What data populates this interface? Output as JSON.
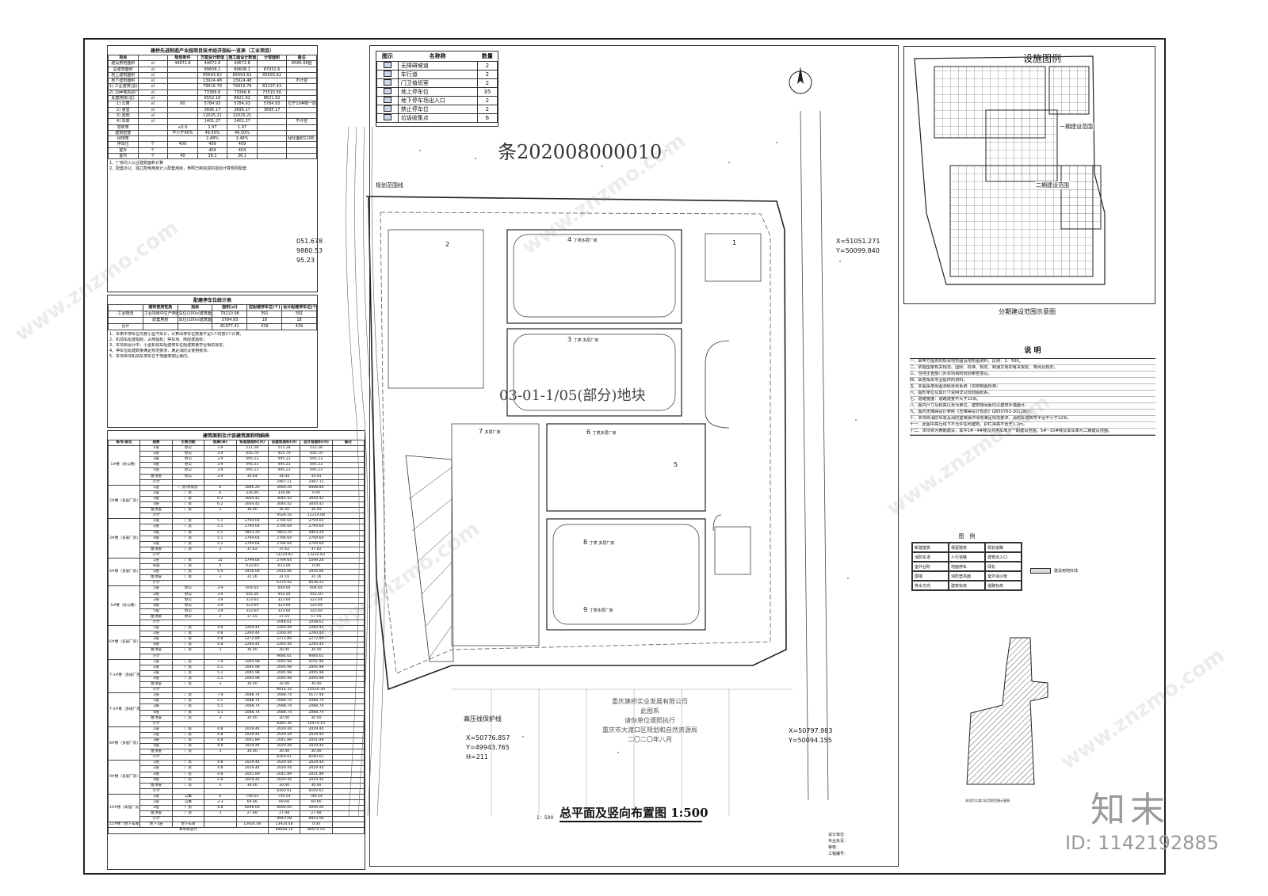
{
  "sheet": {
    "title": "总平面及竖向布置图 1:500",
    "scale_small": "1：500",
    "parcel_id": "条202008000010",
    "parcel_code": "03-01-1/05(部分)地块",
    "boundary_label": "规划范围线",
    "hv_label": "高压线保护线",
    "north_symbol": "N"
  },
  "coords": {
    "c1": "X=51051.271",
    "c2": "Y=50099.840",
    "c3": "X=50776.857",
    "c4": "Y=49943.765",
    "c5": "H=211",
    "c6": "X=50797.983",
    "c7": "Y=50094.155",
    "c8": "051.678",
    "c9": "9880.53",
    "c10": "95.23"
  },
  "stamp": {
    "line1": "重庆建桥实业发展有限公司",
    "line2": "此图系",
    "line3": "请你单位遵照执行",
    "line4": "重庆市大渡口区规划和自然资源局",
    "line5": "二〇二〇年八月"
  },
  "buildings": [
    {
      "num": "4",
      "label": "丁类多层厂房"
    },
    {
      "num": "3",
      "label": "丁类 多层厂房"
    },
    {
      "num": "2",
      "label": ""
    },
    {
      "num": "1",
      "label": ""
    },
    {
      "num": "6",
      "label": "丁类多层厂房"
    },
    {
      "num": "5",
      "label": ""
    },
    {
      "num": "7",
      "label": "多层厂房"
    },
    {
      "num": "8",
      "label": "丁类 多层厂房"
    },
    {
      "num": "9",
      "label": "丁类多层厂房"
    }
  ],
  "symbol_legend": {
    "headers": [
      "图示",
      "名称称",
      "数量"
    ],
    "rows": [
      {
        "name": "无障碍坡道",
        "qty": "2"
      },
      {
        "name": "车行道",
        "qty": "2"
      },
      {
        "name": "门卫值班室",
        "qty": "2"
      },
      {
        "name": "地上停车位",
        "qty": "35"
      },
      {
        "name": "地下停车场出入口",
        "qty": "2"
      },
      {
        "name": "禁止停车位",
        "qty": "2"
      },
      {
        "name": "垃圾收集点",
        "qty": "6"
      }
    ]
  },
  "tech_table": {
    "title": "建桥先进制造产业园项目技术经济指标一览表（工业项目）",
    "headers": [
      "项目",
      "",
      "规划条件",
      "方案设计数值",
      "施工图设计数值",
      "计容面积",
      "备注"
    ],
    "rows": [
      [
        "建设用地面积",
        "㎡",
        "44672.8",
        "44672.8",
        "44672.8",
        "",
        "8566.98亩"
      ],
      [
        "总建筑面积",
        "㎡",
        "",
        "89608.1",
        "89608.1",
        "87932.6",
        ""
      ],
      [
        "地上建筑面积",
        "㎡",
        "",
        "85693.62",
        "85693.62",
        "85693.62",
        ""
      ],
      [
        "地下建筑面积",
        "㎡",
        "",
        "13924.48",
        "13924.48",
        "",
        "不计容"
      ],
      [
        "1) 工业建筑(总)",
        "㎡",
        "",
        "79916.78",
        "79916.78",
        "82137.43",
        ""
      ],
      [
        "2) 19#楼高层厂房",
        "㎡",
        "",
        "73366.6",
        "73366.6",
        "73515.56",
        ""
      ],
      [
        "配套用房(总)",
        "㎡",
        "",
        "6552.18",
        "8621.92",
        "8621.92",
        ""
      ],
      [
        "1) 公寓",
        "㎡",
        "60",
        "5784.93",
        "5784.93",
        "5784.93",
        "位于10#楼一层"
      ],
      [
        "2) 食堂",
        "㎡",
        "",
        "3695.17",
        "3695.17",
        "3695.17",
        ""
      ],
      [
        "3) 其他",
        "㎡",
        "",
        "12025.21",
        "12025.21",
        "",
        ""
      ],
      [
        "4) 车库",
        "㎡",
        "",
        "1401.27",
        "1401.27",
        "",
        "不计容"
      ],
      [
        "容积率",
        "",
        "≤2.0",
        "1.97",
        "1.97",
        "",
        ""
      ],
      [
        "建筑密度",
        "",
        "不小于40%",
        "49.50%",
        "49.50%",
        "",
        ""
      ],
      [
        "绿地率",
        "",
        "",
        "2.48%",
        "2.48%",
        "",
        "绿化面积1108.19㎡"
      ],
      [
        "停车位",
        "个",
        "409",
        "409",
        "409",
        "",
        ""
      ],
      [
        "室外",
        "个",
        "",
        "404",
        "404",
        "",
        ""
      ],
      [
        "室内",
        "个",
        "40",
        "36.1",
        "36.1",
        "",
        ""
      ]
    ],
    "notes": [
      "1、厂房均入公业建筑面积计算",
      "2、配套办公、独立配电用房计入配套用房，参照已制完成的指标计算规则配套"
    ]
  },
  "parking_table": {
    "title": "配建停车位统计表",
    "headers": [
      "",
      "建筑使用性质",
      "指标",
      "面积(㎡)",
      "应配建停车位(个)",
      "设计配建停车位(个)"
    ],
    "rows": [
      [
        "工业物流",
        "工业项目中生产用房、物流仓储",
        "车位/100㎡建筑面积",
        "79210.98",
        "391",
        "391"
      ],
      [
        "",
        "配套用房",
        "车位/100㎡建筑面积",
        "3784.93",
        "18",
        "18"
      ],
      [
        "合计",
        "",
        "",
        "81977.41",
        "439",
        "439"
      ]
    ],
    "notes": [
      "1、本表中停车位均按小型汽车计，计算出停车位数量不足1个的按1个计算。",
      "2、机动车配建指标、占地指标；停车场、库配建指标；",
      "3、本项目设计中，小型机动车配建停车位配建数量符合相关规定。",
      "4、停车位配建数量满足规范要求，满足消防及使用要求。",
      "5、本项目非机动车停车位于地面停放区域内。"
    ]
  },
  "area_table": {
    "title": "建筑面积及计容建筑面积明细表",
    "headers": [
      "栋号/部位",
      "层数",
      "主要功能",
      "层高(米)",
      "标准层面积(㎡)",
      "总建筑面积(㎡)",
      "总计容面积(㎡)",
      "备注"
    ],
    "groups": [
      {
        "name": "1#楼（办公楼）",
        "rows": [
          [
            "1层",
            "办公",
            "3.9",
            "511.28",
            "511.28",
            "511.28"
          ],
          [
            "2层",
            "办公",
            "3.9",
            "455.70",
            "455.70",
            "455.70"
          ],
          [
            "3层",
            "办公",
            "3.9",
            "495.23",
            "495.23",
            "495.23"
          ],
          [
            "4层",
            "办公",
            "3.9",
            "495.23",
            "495.23",
            "495.23"
          ],
          [
            "5层",
            "办公",
            "3.9",
            "495.23",
            "495.23",
            "495.23"
          ],
          [
            "屋顶层",
            "办公",
            "3.9",
            "34.44",
            "34.44",
            "34.44"
          ],
          [
            "小计",
            "",
            "",
            "",
            "2487.11",
            "2487.11"
          ]
        ]
      },
      {
        "name": "2#楼（多层厂房）",
        "rows": [
          [
            "1层",
            "厂房/水泵房",
            "6",
            "3066.26",
            "3066.26",
            "6088.84"
          ],
          [
            "2层",
            "厂房",
            "6",
            "336.66",
            "336.66",
            "0.00"
          ],
          [
            "3层",
            "厂房",
            "6.2",
            "3044.42",
            "3044.42",
            "3044.42"
          ],
          [
            "4层",
            "厂房",
            "6.2",
            "3044.42",
            "3044.42",
            "3044.42"
          ],
          [
            "屋顶层",
            "厂房",
            "3",
            "36.40",
            "36.40",
            "36.40"
          ],
          [
            "小计",
            "",
            "",
            "",
            "9528.16",
            "12214.08"
          ]
        ]
      },
      {
        "name": "3#楼（多层厂房）",
        "rows": [
          [
            "1层",
            "厂房",
            "5.1",
            "2794.64",
            "2794.64",
            "2794.64"
          ],
          [
            "2层",
            "厂房",
            "5.1",
            "2794.64",
            "2794.64",
            "2794.64"
          ],
          [
            "3层",
            "厂房",
            "5.1",
            "2803.29",
            "2803.29",
            "2803.29"
          ],
          [
            "4层",
            "厂房",
            "5.1",
            "2794.64",
            "2794.64",
            "2794.64"
          ],
          [
            "5层",
            "厂房",
            "5.1",
            "2794.64",
            "2794.64",
            "2794.64"
          ],
          [
            "屋顶层",
            "厂房",
            "3",
            "37.62",
            "37.62",
            "37.62"
          ],
          [
            "小计",
            "",
            "",
            "",
            "13224.83",
            "13224.83"
          ]
        ]
      },
      {
        "name": "4#楼（多层厂房）",
        "rows": [
          [
            "1层",
            "厂房",
            "15",
            "2799.64",
            "2799.64",
            "5599.28"
          ],
          [
            "夹层",
            "厂房",
            "4",
            "633.04",
            "633.04",
            "0.00"
          ],
          [
            "2层",
            "厂房",
            "5.4",
            "2916.06",
            "2916.06",
            "2916.06"
          ],
          [
            "屋顶层",
            "厂房",
            "3",
            "31.16",
            "31.16",
            "31.16"
          ],
          [
            "小计",
            "",
            "",
            "",
            "6374.92",
            "8536.22"
          ]
        ]
      },
      {
        "name": "5#楼（办公楼）",
        "rows": [
          [
            "1层",
            "办公",
            "3.9",
            "604.64",
            "604.64",
            "604.64"
          ],
          [
            "2层",
            "办公",
            "3.9",
            "455.50",
            "455.50",
            "455.50"
          ],
          [
            "3层",
            "办公",
            "3.9",
            "323.64",
            "323.64",
            "323.64"
          ],
          [
            "4层",
            "办公",
            "3.9",
            "323.64",
            "323.64",
            "323.64"
          ],
          [
            "5层",
            "办公",
            "3.9",
            "323.64",
            "323.64",
            "323.64"
          ],
          [
            "屋顶层",
            "办公",
            "3",
            "17.55",
            "17.55",
            "17.55"
          ],
          [
            "小计",
            "",
            "",
            "",
            "2048.61",
            "2048.61"
          ]
        ]
      },
      {
        "name": "6#楼（多层厂房）",
        "rows": [
          [
            "1层",
            "厂房",
            "4.8",
            "2260.44",
            "2260.44",
            "2260.44"
          ],
          [
            "2层",
            "厂房",
            "4.8",
            "2260.44",
            "2260.44",
            "2260.44"
          ],
          [
            "3层",
            "厂房",
            "4.8",
            "2272.89",
            "2272.89",
            "2272.89"
          ],
          [
            "4层",
            "厂房",
            "4.8",
            "2260.44",
            "2260.44",
            "2260.44"
          ],
          [
            "屋顶层",
            "厂房",
            "3",
            "30.40",
            "30.40",
            "30.40"
          ],
          [
            "小计",
            "",
            "",
            "",
            "9084.61",
            "9084.61"
          ]
        ]
      },
      {
        "name": "7-1#楼（多层厂房）",
        "rows": [
          [
            "1层",
            "厂房",
            "7.9",
            "2095.98",
            "2095.98",
            "4191.96"
          ],
          [
            "2层",
            "厂房",
            "5.1",
            "2095.98",
            "2095.98",
            "2095.98"
          ],
          [
            "3层",
            "厂房",
            "5.1",
            "2095.98",
            "2095.98",
            "2095.98"
          ],
          [
            "4层",
            "厂房",
            "5.1",
            "2095.98",
            "2095.98",
            "2095.98"
          ],
          [
            "屋顶层",
            "厂房",
            "3",
            "30.40",
            "30.40",
            "30.40"
          ],
          [
            "小计",
            "",
            "",
            "",
            "8414.32",
            "10510.30"
          ]
        ]
      },
      {
        "name": "7-2#楼（多层厂房）",
        "rows": [
          [
            "1层",
            "厂房",
            "7.9",
            "2088.74",
            "2088.74",
            "4177.48"
          ],
          [
            "2层",
            "厂房",
            "5.1",
            "2088.74",
            "2088.74",
            "2088.74"
          ],
          [
            "3层",
            "厂房",
            "5.1",
            "2088.74",
            "2088.74",
            "2088.74"
          ],
          [
            "4层",
            "厂房",
            "5.1",
            "2088.74",
            "2088.74",
            "2088.74"
          ],
          [
            "屋顶层",
            "厂房",
            "3",
            "30.40",
            "30.40",
            "30.40"
          ],
          [
            "小计",
            "",
            "",
            "",
            "8385.36",
            "10474.10"
          ]
        ]
      },
      {
        "name": "8#楼（多层厂房）",
        "rows": [
          [
            "1层",
            "厂房",
            "4.8",
            "2029.44",
            "2029.44",
            "2029.44"
          ],
          [
            "2层",
            "厂房",
            "4.8",
            "2029.44",
            "2029.44",
            "2029.44"
          ],
          [
            "3层",
            "厂房",
            "4.8",
            "2041.89",
            "2041.89",
            "2041.89"
          ],
          [
            "4层",
            "厂房",
            "4.8",
            "2029.44",
            "2029.44",
            "2029.44"
          ],
          [
            "屋顶层",
            "厂房",
            "3",
            "30.40",
            "30.40",
            "30.40"
          ],
          [
            "小计",
            "",
            "",
            "",
            "8160.61",
            "8160.61"
          ]
        ]
      },
      {
        "name": "9#楼（多层厂房）",
        "rows": [
          [
            "1层",
            "厂房",
            "4.8",
            "2029.44",
            "2029.44",
            "2029.44"
          ],
          [
            "2层",
            "厂房",
            "4.8",
            "2029.44",
            "2029.44",
            "2029.44"
          ],
          [
            "3层",
            "厂房",
            "4.8",
            "2041.89",
            "2041.89",
            "2041.89"
          ],
          [
            "4层",
            "厂房",
            "4.8",
            "2029.44",
            "2029.44",
            "2029.44"
          ],
          [
            "屋顶层",
            "厂房",
            "3",
            "30.40",
            "30.40",
            "30.40"
          ],
          [
            "小计",
            "",
            "",
            "",
            "8160.61",
            "8160.61"
          ]
        ]
      },
      {
        "name": "10#楼（高层厂房）",
        "rows": [
          [
            "1层",
            "公寓",
            "6",
            "749.54",
            "749.54",
            "749.54"
          ],
          [
            "2层",
            "公寓",
            "3.3",
            "69.66",
            "69.66",
            "69.66"
          ],
          [
            "3层",
            "厂房",
            "4.8",
            "4096.00",
            "4096.00",
            "4096.00"
          ],
          [
            "屋顶层",
            "厂房",
            "3",
            "27.88",
            "27.88",
            "27.88"
          ],
          [
            "小计",
            "",
            "",
            "",
            "8943.08",
            "8943.08"
          ]
        ]
      },
      {
        "name": "11#楼（地下车库）",
        "rows": [
          [
            "地下1层",
            "地下车库",
            "",
            "13924.48",
            "13924.48",
            "0.00"
          ]
        ]
      }
    ],
    "total_label": "本项目总计",
    "total_values": [
      "89608.10",
      "89974.93"
    ]
  },
  "phase_plan": {
    "title": "设施图例",
    "caption": "分期建设范围示意图",
    "phase1": "一期建设范围",
    "phase2": "二期建设范围"
  },
  "notes": {
    "title": "说 明",
    "lines": [
      "一、由甲方提供的现状地形图及地形图资料，比例：1：500。",
      "二、依据国家有关规范、国际、标准、规定、和通文有的有关规定、条例及规定。",
      "三、当地主管部门对本项目的规划审查意见。",
      "四、由各相关专业提供的资料。",
      "五、本图采用出图测绘坐标系统（仅限制图标准）",
      "六、图形单位及其尺寸说明详见规划图纸系。",
      "七、道路宽度：道路限宽不大于12米。",
      "八、图内尺寸及标高以米为单位，建筑物间距均以建筑外墙面计。",
      "九、图内无障碍设计参照《无障碍设计规范》GB50763-2012执行。",
      "十、本项目消防车道及消防登高操作场地满足规范要求，消防车道转弯半径不小于12米。",
      "十一、此图中高压线下不允许任何建筑，护栏净高不低于1.2m。",
      "十二、本项目为两期建设，其中1#~4#楼及共用车库为一期建设范围，5#~10#楼及其车库为二期建设范围。"
    ]
  },
  "legend_title": "图　例",
  "legend_items": [
    "新建建筑",
    "保留建筑",
    "规划道路",
    "消防车道",
    "人行道路",
    "建筑出入口",
    "室外台阶",
    "地面停车",
    "绿化",
    "围墙",
    "消防登高面",
    "室外消火栓",
    "排水方向",
    "建筑标高",
    "道路标高"
  ],
  "legend_extra": "建设用地红线",
  "side_plan_caption": "本项目大渡口区用地范围示意图",
  "title_block": {
    "rows": [
      "设计单位：",
      "专业负责：",
      "审核：",
      "工程编号："
    ]
  },
  "watermark": {
    "brand": "知末",
    "site": "www.znzmo.com",
    "id": "ID: 1142192885"
  }
}
